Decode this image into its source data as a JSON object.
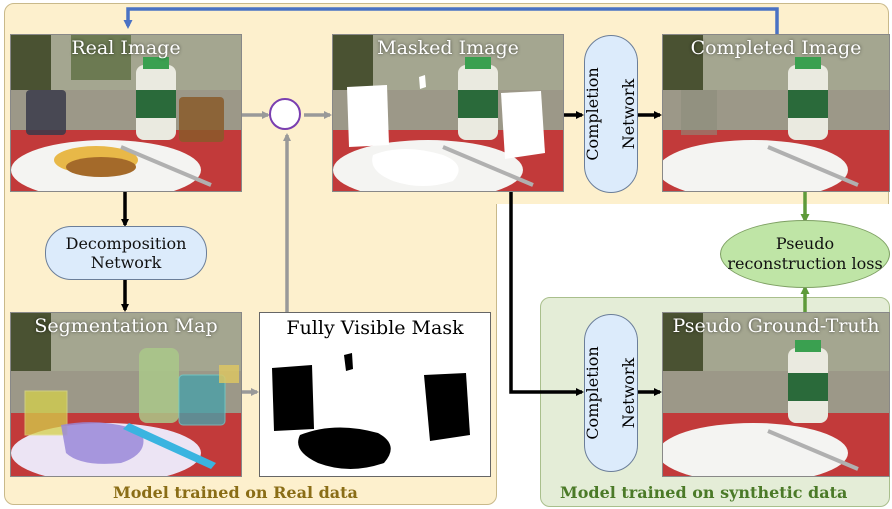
{
  "images": {
    "real": "Real Image",
    "masked": "Masked Image",
    "completed": "Completed Image",
    "segmentation": "Segmentation Map",
    "visible_mask": "Fully Visible Mask",
    "pseudo_gt": "Pseudo Ground-Truth"
  },
  "modules": {
    "decomposition": [
      "Decomposition",
      "Network"
    ],
    "completion": [
      "Completion",
      "Network"
    ],
    "loss": [
      "Pseudo",
      "reconstruction loss"
    ]
  },
  "regions": {
    "real": "Model trained on Real data",
    "synthetic": "Model trained on synthetic data"
  },
  "colors": {
    "real_panel": "#fdf0cd",
    "synthetic_panel": "#e4edd7",
    "real_label": "#8a6d16",
    "synthetic_label": "#4b7a28",
    "feedback_arrow": "#4a72c4",
    "mask_arrow": "#999999",
    "loss_arrow": "#5e9a3a"
  }
}
